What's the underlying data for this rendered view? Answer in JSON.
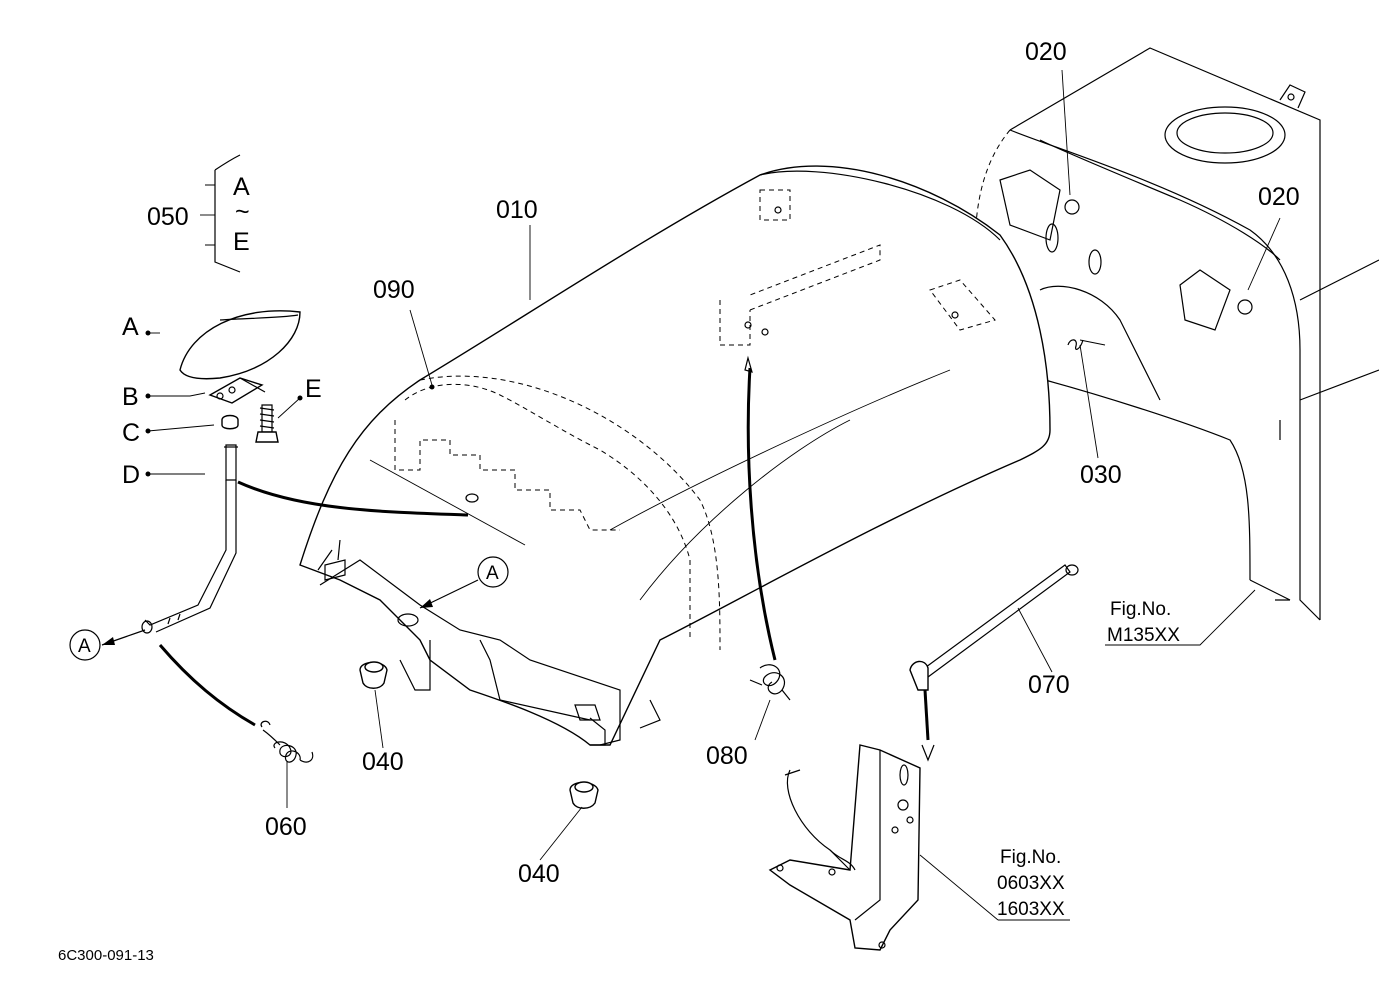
{
  "figure_id": "6C300-091-13",
  "callouts": {
    "p010": "010",
    "p020a": "020",
    "p020b": "020",
    "p030": "030",
    "p040a": "040",
    "p040b": "040",
    "p050": "050",
    "p060": "060",
    "p070": "070",
    "p080": "080",
    "p090": "090"
  },
  "kit": {
    "top": "A",
    "tilde": "~",
    "bottom": "E"
  },
  "sub_parts": {
    "a": "A",
    "b": "B",
    "c": "C",
    "d": "D",
    "e": "E"
  },
  "view_markers": {
    "left": "A",
    "center": "A"
  },
  "fig_refs": {
    "right": {
      "line1": "Fig.No.",
      "line2": "M135XX"
    },
    "bottom": {
      "line1": "Fig.No.",
      "line2": "0603XX",
      "line3": "1603XX"
    }
  }
}
